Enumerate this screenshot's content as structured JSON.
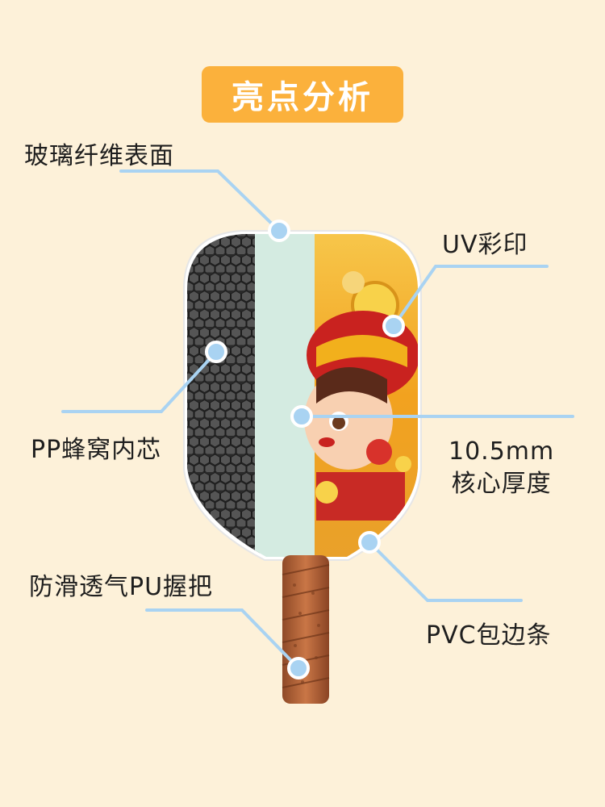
{
  "title": "亮点分析",
  "callouts": {
    "glass_fiber_surface": "玻璃纤维表面",
    "uv_print": "UV彩印",
    "pp_honeycomb_core": "PP蜂窝内芯",
    "core_thickness_value": "10.5mm",
    "core_thickness_label": "核心厚度",
    "grip": "防滑透气PU握把",
    "pvc_edge": "PVC包边条"
  },
  "colors": {
    "background": "#fdf1d9",
    "title_badge": "#fbb13c",
    "callout_line": "#a9d3f2",
    "fiber_surface": "#d4ebe1",
    "honeycomb": "#3a3a3a",
    "grip": "#b8653a"
  }
}
